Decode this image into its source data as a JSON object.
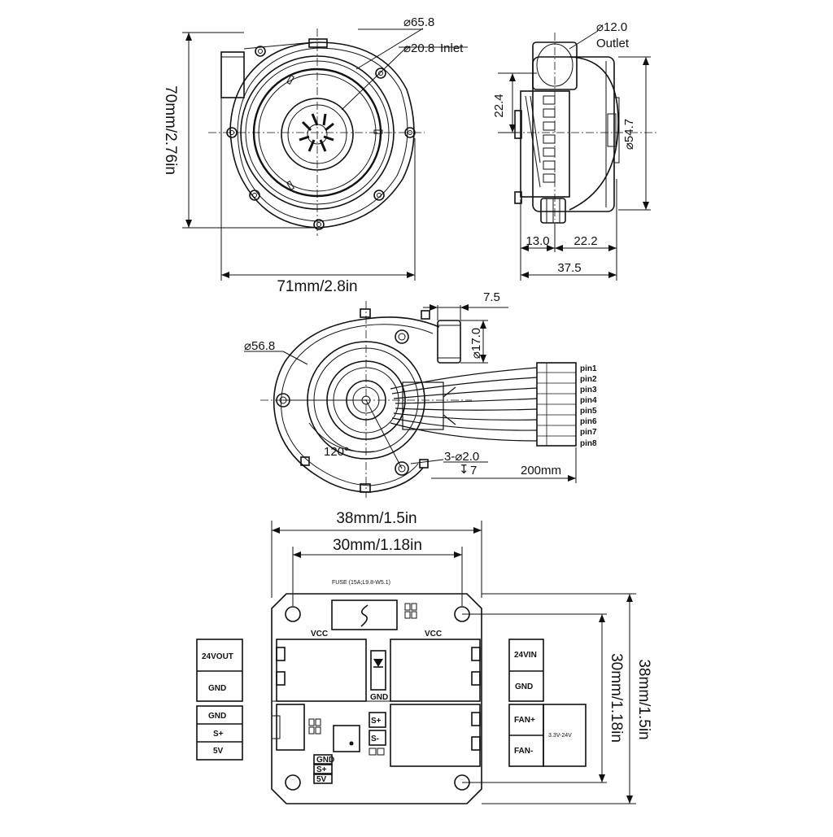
{
  "top_view": {
    "outer_dia": "⌀65.8",
    "inlet_dia": "⌀20.8",
    "inlet_label": "Inlet",
    "height": "70mm/2.76in",
    "width": "71mm/2.8in"
  },
  "side_view": {
    "outlet_dia": "⌀12.0",
    "outlet_label": "Outlet",
    "offset": "22.4",
    "body_dia": "⌀54.7",
    "depth_a": "13.0",
    "depth_b": "22.2",
    "depth_total": "37.5"
  },
  "bottom_view": {
    "outlet_offset": "7.5",
    "outlet_dia": "⌀17.0",
    "base_dia": "⌀56.8",
    "angle": "120°",
    "holes": "3-⌀2.0",
    "hole_depth": "7",
    "cable_length": "200mm",
    "pins": [
      "pin1",
      "pin2",
      "pin3",
      "pin4",
      "pin5",
      "pin6",
      "pin7",
      "pin8"
    ]
  },
  "board": {
    "outer_width": "38mm/1.5in",
    "hole_spacing_x": "30mm/1.18in",
    "hole_spacing_y": "30mm/1.18in",
    "outer_height": "38mm/1.5in",
    "fuse_label": "FUSE (15A;L9.8-W5.1)",
    "vcc_left": "VCC",
    "vcc_right": "VCC",
    "gnd_center": "GND",
    "s_plus": "S+",
    "s_minus": "S-",
    "header": [
      "GND",
      "S+",
      "5V"
    ],
    "left_labels": [
      "24VOUT",
      "GND",
      "GND",
      "S+",
      "5V"
    ],
    "right_labels": [
      "24VIN",
      "GND",
      "FAN+",
      "FAN-"
    ],
    "fan_voltage": "3.3V-24V"
  }
}
